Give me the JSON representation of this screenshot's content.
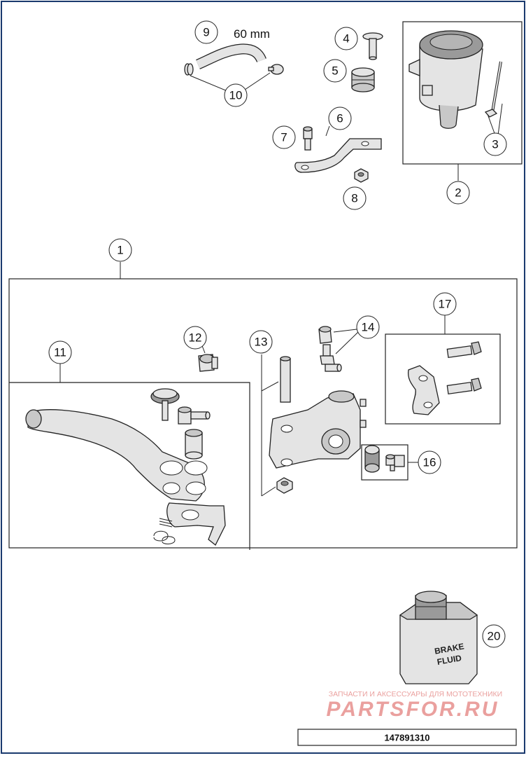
{
  "callouts": [
    {
      "number": "1"
    },
    {
      "number": "2"
    },
    {
      "number": "3"
    },
    {
      "number": "4"
    },
    {
      "number": "5"
    },
    {
      "number": "6"
    },
    {
      "number": "7"
    },
    {
      "number": "8"
    },
    {
      "number": "9"
    },
    {
      "number": "10"
    },
    {
      "number": "11"
    },
    {
      "number": "12"
    },
    {
      "number": "13"
    },
    {
      "number": "14"
    },
    {
      "number": "16"
    },
    {
      "number": "17"
    },
    {
      "number": "20"
    }
  ],
  "hose_length_label": "60 mm",
  "bottle_label": {
    "line1": "BRAKE",
    "line2": "FLUID"
  },
  "watermark": {
    "tagline": "ЗАПЧАСТИ И АКСЕССУАРЫ ДЛЯ МОТОТЕХНИКИ",
    "logo": "PARTSFOR.RU"
  },
  "drawing_number": "147891310",
  "colors": {
    "frame": "#1a3a6e",
    "line": "#222222",
    "watermark": "#d9534f"
  }
}
